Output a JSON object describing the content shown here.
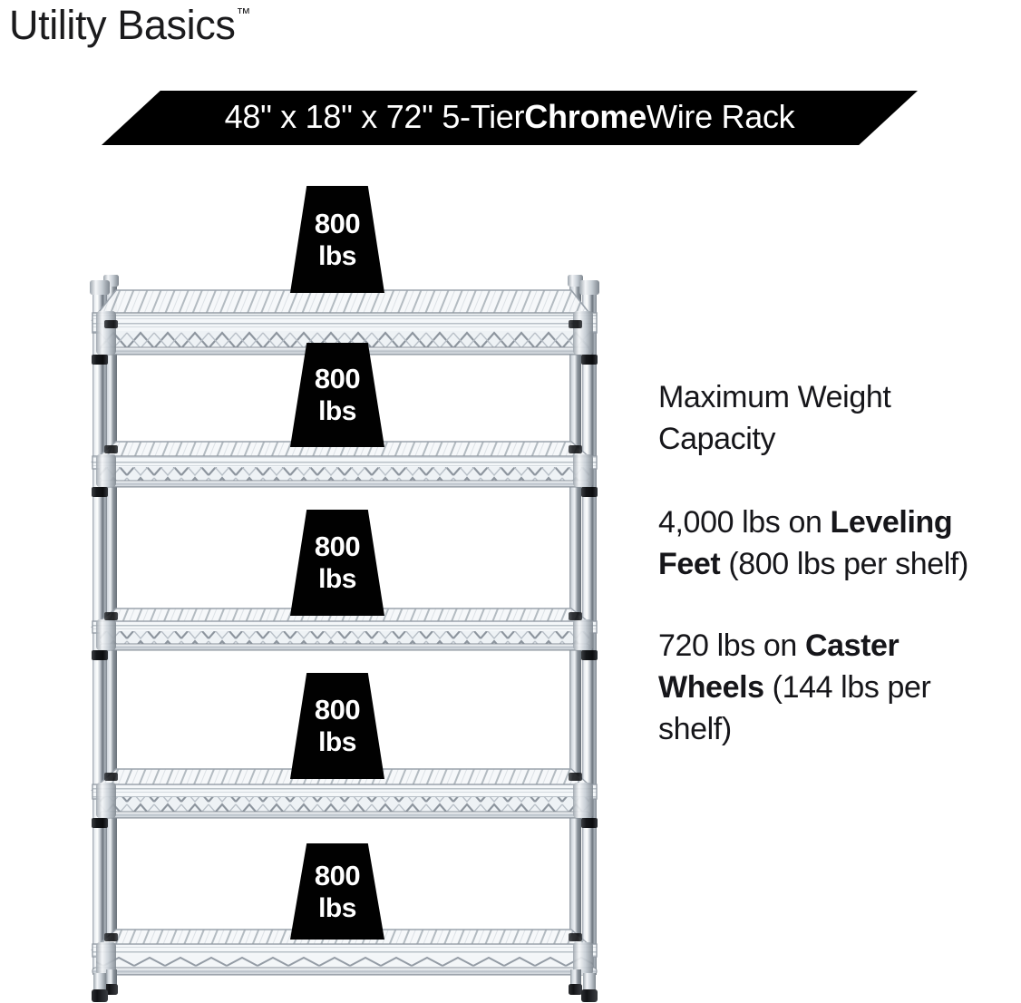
{
  "brand": {
    "name": "Utility Basics",
    "trademark": "™"
  },
  "banner": {
    "text_before_bold": "48\" x 18\" x 72\" 5-Tier ",
    "bold_word": "Chrome",
    "text_after_bold": " Wire Rack",
    "full_text": "48\" x 18\" x 72\" 5-Tier Chrome Wire Rack",
    "background_color": "#000000",
    "text_color": "#ffffff"
  },
  "product": {
    "width_in": "48\"",
    "depth_in": "18\"",
    "height_in": "72\"",
    "tiers": "5-Tier",
    "finish": "Chrome",
    "type": "Wire Rack"
  },
  "callouts": [
    {
      "id": "shelf-1",
      "value": "800",
      "unit": "lbs"
    },
    {
      "id": "shelf-2",
      "value": "800",
      "unit": "lbs"
    },
    {
      "id": "shelf-3",
      "value": "800",
      "unit": "lbs"
    },
    {
      "id": "shelf-4",
      "value": "800",
      "unit": "lbs"
    },
    {
      "id": "shelf-5",
      "value": "800",
      "unit": "lbs"
    }
  ],
  "spec": {
    "heading": "Maximum Weight Capacity",
    "leveling": {
      "total": "4,000 lbs on ",
      "bold": "Leveling Feet",
      "per_shelf": " (800 lbs per shelf)"
    },
    "caster": {
      "total": "720 lbs on ",
      "bold": "Caster Wheels",
      "per_shelf": " (144 lbs per shelf)"
    }
  },
  "colors": {
    "ink": "#16161a",
    "banner_black": "#000000",
    "callout_black": "#010101",
    "chrome_light": "#f2f4f6",
    "chrome_mid": "#b9bfc6",
    "chrome_dark": "#6e757d",
    "collar_black": "#232528",
    "page_background": "#ffffff"
  }
}
